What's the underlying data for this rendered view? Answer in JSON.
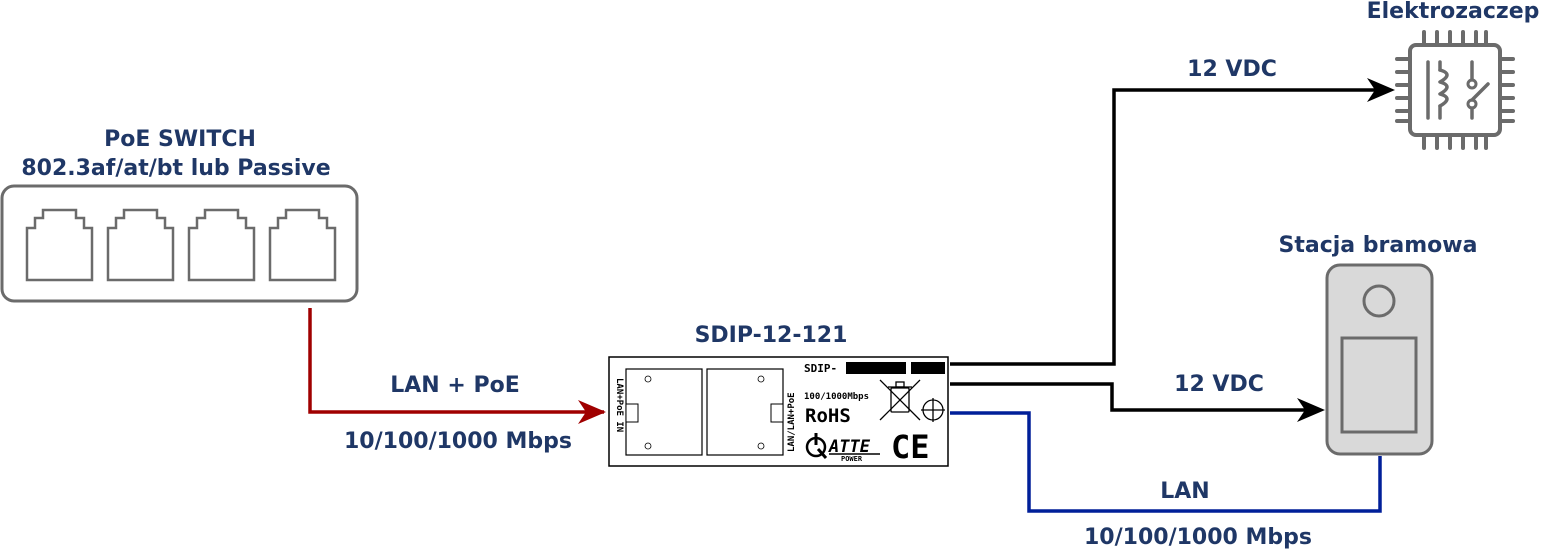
{
  "switch": {
    "title_line1": "PoE SWITCH",
    "title_line2": "802.3af/at/bt lub Passive",
    "port_count": 4
  },
  "links": {
    "input": {
      "label": "LAN + PoE",
      "speed": "10/100/1000 Mbps",
      "color": "#a00000"
    },
    "lock_power": {
      "label": "12 VDC",
      "color": "#000000"
    },
    "station_power": {
      "label": "12 VDC",
      "color": "#000000"
    },
    "station_lan": {
      "label": "LAN",
      "speed": "10/100/1000 Mbps",
      "color": "#001f99"
    }
  },
  "device": {
    "title": "SDIP-12-121",
    "port_in_label": "LAN+PoE IN",
    "port_out_label": "LAN/LAN+PoE",
    "model_prefix": "SDIP-",
    "speed_marking": "100/1000Mbps",
    "rohs": "RoHS",
    "brand": "ATTE",
    "brand_sub": "POWER",
    "ce": "CE"
  },
  "lock": {
    "title": "Elektrozaczep",
    "icon": "relay-chip-icon"
  },
  "station": {
    "title": "Stacja bramowa",
    "icon": "intercom-station-icon"
  },
  "colors": {
    "label_text": "#1f3766",
    "icon_gray": "#6b6b6b"
  }
}
